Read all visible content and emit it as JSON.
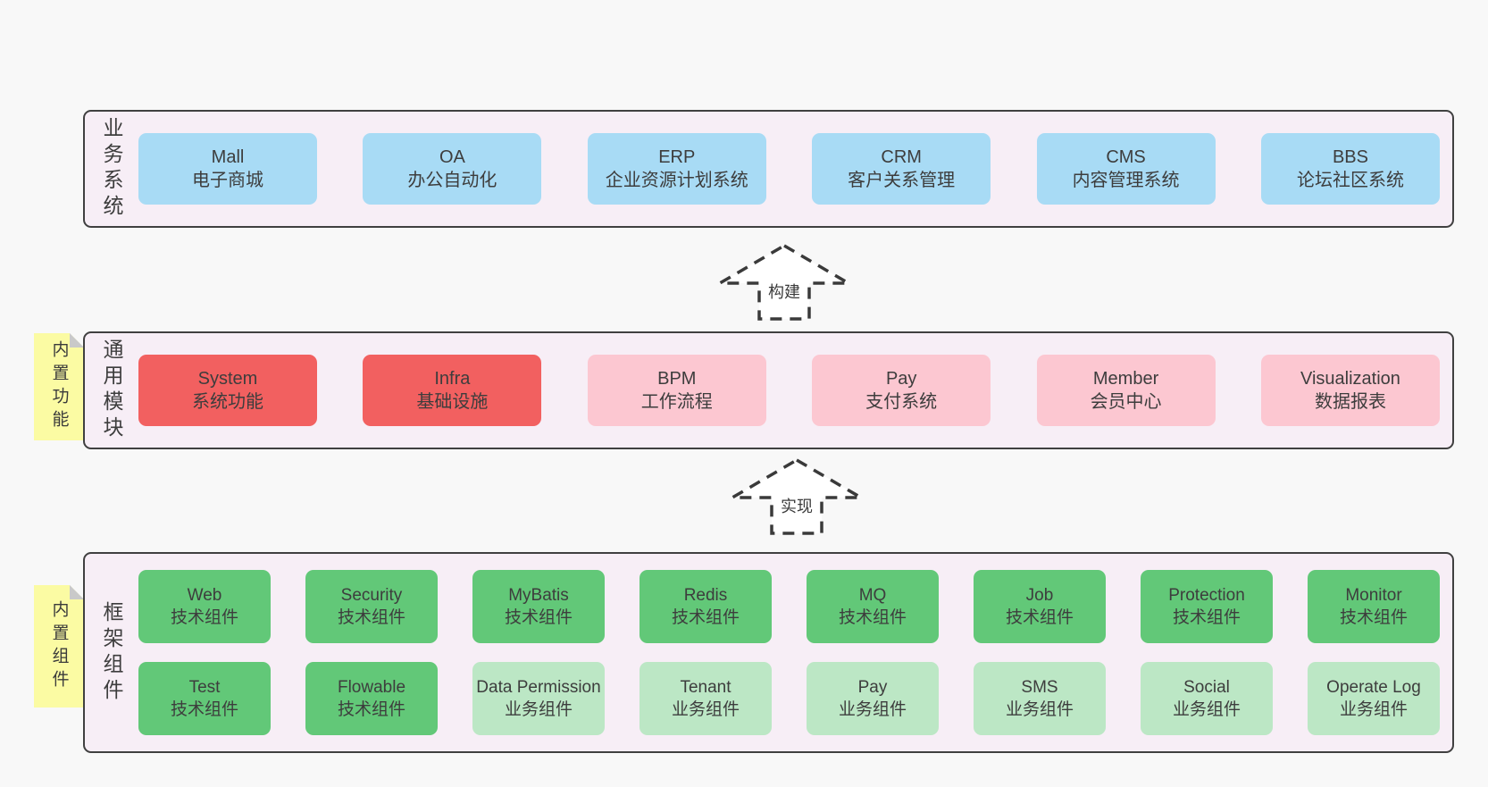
{
  "colors": {
    "page_bg": "#f8f8f8",
    "band_bg": "#f7eef6",
    "band_border": "#404040",
    "blue": "#a8dbf5",
    "red": "#f26060",
    "pink": "#fcc7d1",
    "green_dark": "#62c878",
    "green_light": "#bce7c5",
    "sticky_yellow": "#fbfba3",
    "sticky_fold": "#c9c9c9",
    "text": "#3d3d3d",
    "arrow_stroke": "#3a3a3a"
  },
  "bands": [
    {
      "label": "业务系统",
      "boxes": [
        {
          "en": "Mall",
          "zh": "电子商城"
        },
        {
          "en": "OA",
          "zh": "办公自动化"
        },
        {
          "en": "ERP",
          "zh": "企业资源计划系统"
        },
        {
          "en": "CRM",
          "zh": "客户关系管理"
        },
        {
          "en": "CMS",
          "zh": "内容管理系统"
        },
        {
          "en": "BBS",
          "zh": "论坛社区系统"
        }
      ]
    },
    {
      "label": "通用模块",
      "sticky": "内置功能",
      "boxes": [
        {
          "en": "System",
          "zh": "系统功能"
        },
        {
          "en": "Infra",
          "zh": "基础设施"
        },
        {
          "en": "BPM",
          "zh": "工作流程"
        },
        {
          "en": "Pay",
          "zh": "支付系统"
        },
        {
          "en": "Member",
          "zh": "会员中心"
        },
        {
          "en": "Visualization",
          "zh": "数据报表"
        }
      ]
    },
    {
      "label": "框架组件",
      "sticky": "内置组件",
      "rows": [
        [
          {
            "en": "Web",
            "zh": "技术组件"
          },
          {
            "en": "Security",
            "zh": "技术组件"
          },
          {
            "en": "MyBatis",
            "zh": "技术组件"
          },
          {
            "en": "Redis",
            "zh": "技术组件"
          },
          {
            "en": "MQ",
            "zh": "技术组件"
          },
          {
            "en": "Job",
            "zh": "技术组件"
          },
          {
            "en": "Protection",
            "zh": "技术组件"
          },
          {
            "en": "Monitor",
            "zh": "技术组件"
          }
        ],
        [
          {
            "en": "Test",
            "zh": "技术组件"
          },
          {
            "en": "Flowable",
            "zh": "技术组件"
          },
          {
            "en": "Data Permission",
            "zh": "业务组件"
          },
          {
            "en": "Tenant",
            "zh": "业务组件"
          },
          {
            "en": "Pay",
            "zh": "业务组件"
          },
          {
            "en": "SMS",
            "zh": "业务组件"
          },
          {
            "en": "Social",
            "zh": "业务组件"
          },
          {
            "en": "Operate Log",
            "zh": "业务组件"
          }
        ]
      ]
    }
  ],
  "arrows": [
    {
      "label": "构建"
    },
    {
      "label": "实现"
    }
  ]
}
